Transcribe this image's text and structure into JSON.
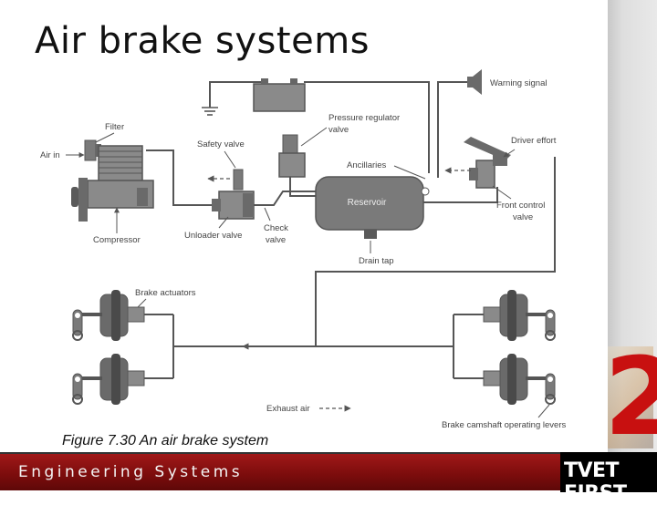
{
  "title": "Air brake systems",
  "caption": "Figure 7.30 An air brake system",
  "footer": "Engineering Systems",
  "logo": {
    "text": "TVET FIRST",
    "number": "2"
  },
  "labels": {
    "filter": "Filter",
    "air_in": "Air in",
    "compressor": "Compressor",
    "safety_valve": "Safety valve",
    "unloader_valve": "Unloader valve",
    "check_valve_1": "Check",
    "check_valve_2": "valve",
    "pressure_regulator_1": "Pressure regulator",
    "pressure_regulator_2": "valve",
    "warning_signal": "Warning signal",
    "ancillaries": "Ancillaries",
    "driver_effort": "Driver effort",
    "reservoir": "Reservoir",
    "front_control_1": "Front control",
    "front_control_2": "valve",
    "drain_tap": "Drain tap",
    "brake_actuators": "Brake actuators",
    "exhaust_air": "Exhaust air",
    "brake_camshaft": "Brake camshaft operating levers"
  },
  "colors": {
    "pipe": "#555555",
    "component_fill": "#8a8a8a",
    "component_dark": "#5a5a5a",
    "footer_red": "#8b1010",
    "logo_red": "#c81010"
  }
}
